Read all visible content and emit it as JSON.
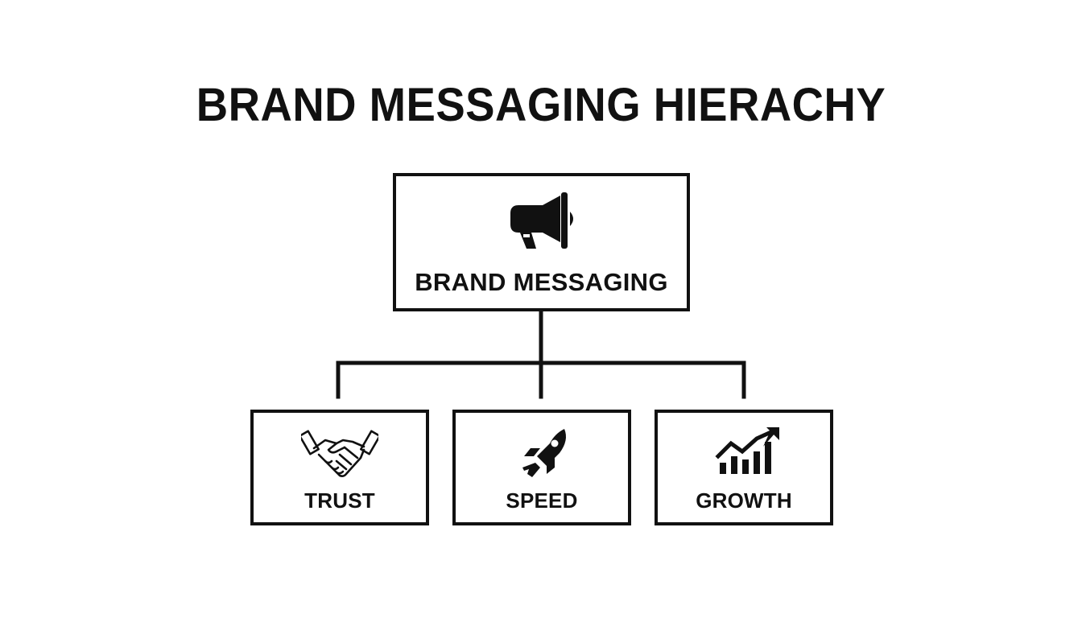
{
  "title": "BRAND MESSAGING HIERACHY",
  "root": {
    "label": "BRAND MESSAGING",
    "icon": "megaphone-icon"
  },
  "children": [
    {
      "label": "TRUST",
      "icon": "handshake-icon"
    },
    {
      "label": "SPEED",
      "icon": "rocket-icon"
    },
    {
      "label": "GROWTH",
      "icon": "growth-chart-icon"
    }
  ],
  "colors": {
    "ink": "#111111",
    "background": "#ffffff"
  }
}
